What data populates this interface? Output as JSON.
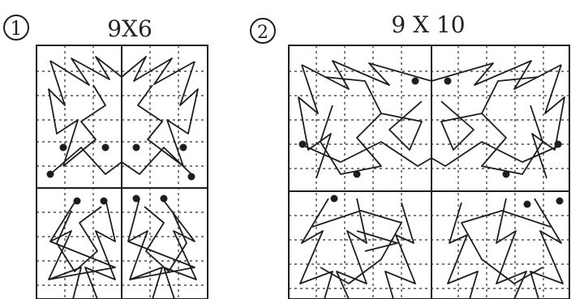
{
  "figures": [
    {
      "number": "1",
      "label": "9X6"
    },
    {
      "number": "2",
      "label": "9 X 10"
    }
  ],
  "colors": {
    "ink": "#1e1e1e",
    "paper": "#ffffff",
    "gridline": "#2a2a2a"
  }
}
